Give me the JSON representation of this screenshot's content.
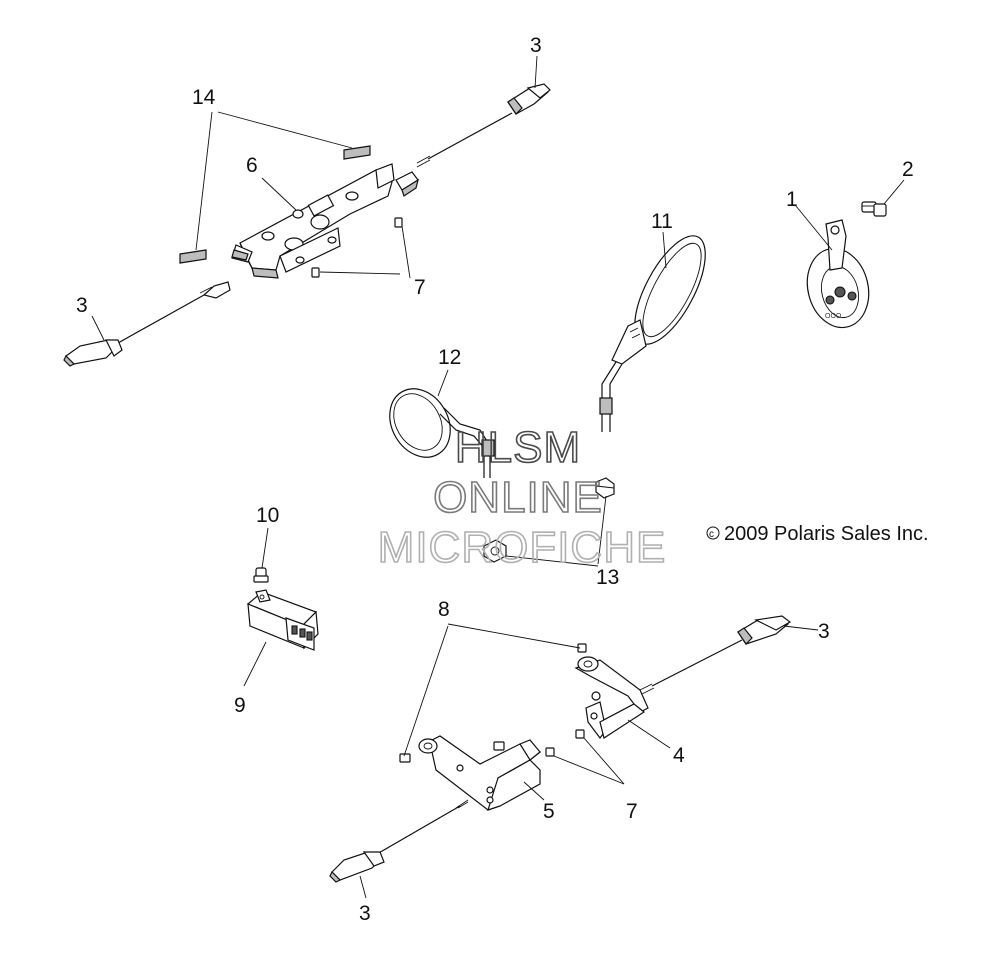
{
  "copyright": "c 2009 Polaris Sales Inc.",
  "copyright_symbol": "©",
  "copyright_text": "2009 Polaris Sales Inc.",
  "watermark": {
    "line1": "HLSM",
    "line2": "ONLINE",
    "line3": "MICROFICHE",
    "colors": [
      "#4a4a4a",
      "#7a7a7a",
      "#b0b0b0"
    ]
  },
  "callouts": {
    "c1": "1",
    "c2": "2",
    "c3a": "3",
    "c3b": "3",
    "c3c": "3",
    "c3d": "3",
    "c4": "4",
    "c5": "5",
    "c6": "6",
    "c7a": "7",
    "c7b": "7",
    "c8": "8",
    "c9": "9",
    "c10": "10",
    "c11": "11",
    "c12": "12",
    "c13": "13",
    "c14": "14"
  }
}
